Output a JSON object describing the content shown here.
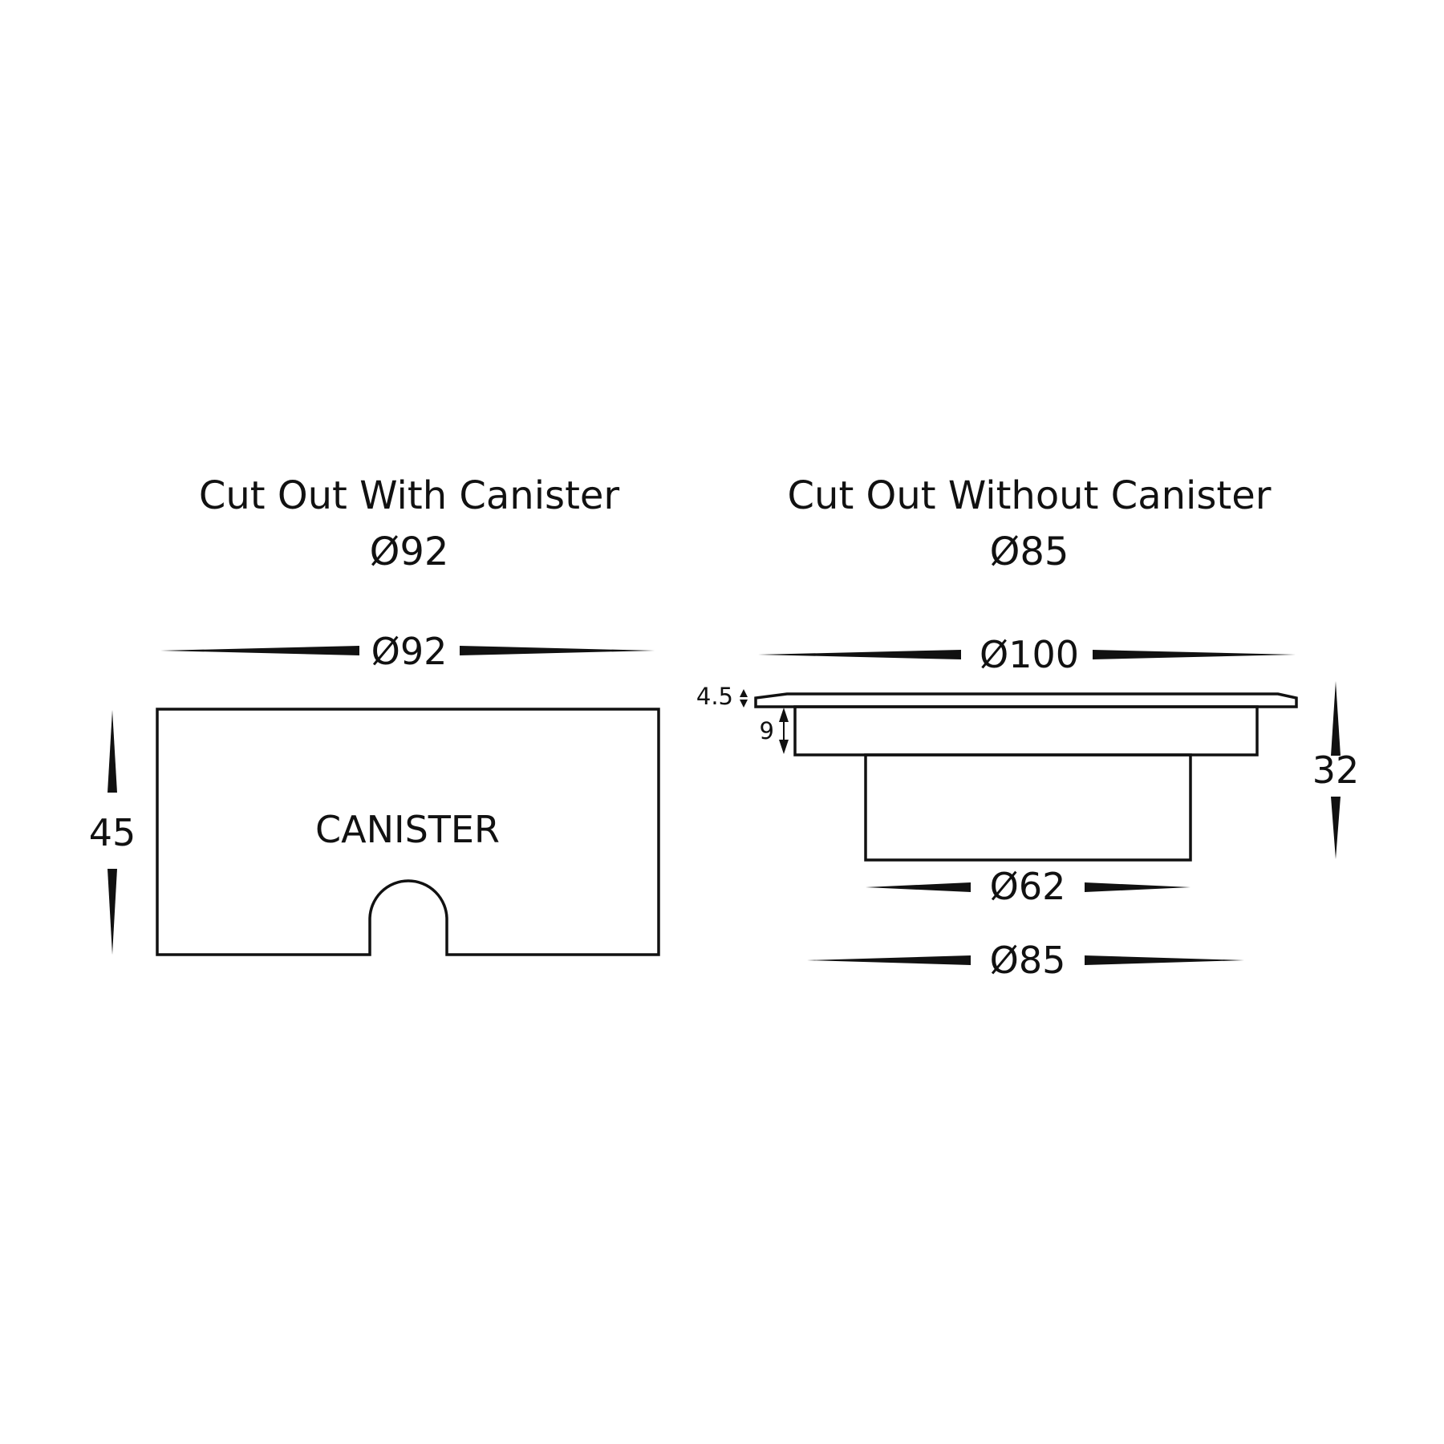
{
  "left_view": {
    "title": "Cut Out With Canister",
    "subtitle": "Ø92",
    "width_label": "Ø92",
    "height_label": "45",
    "body_label": "CANISTER"
  },
  "right_view": {
    "title": "Cut Out Without Canister",
    "subtitle": "Ø85",
    "top_width_label": "Ø100",
    "flange_thickness_label": "4.5",
    "collar_height_label": "9",
    "total_height_label": "32",
    "body_width_label": "Ø62",
    "cutout_width_label": "Ø85"
  },
  "colors": {
    "line": "#111111",
    "background": "#ffffff"
  }
}
